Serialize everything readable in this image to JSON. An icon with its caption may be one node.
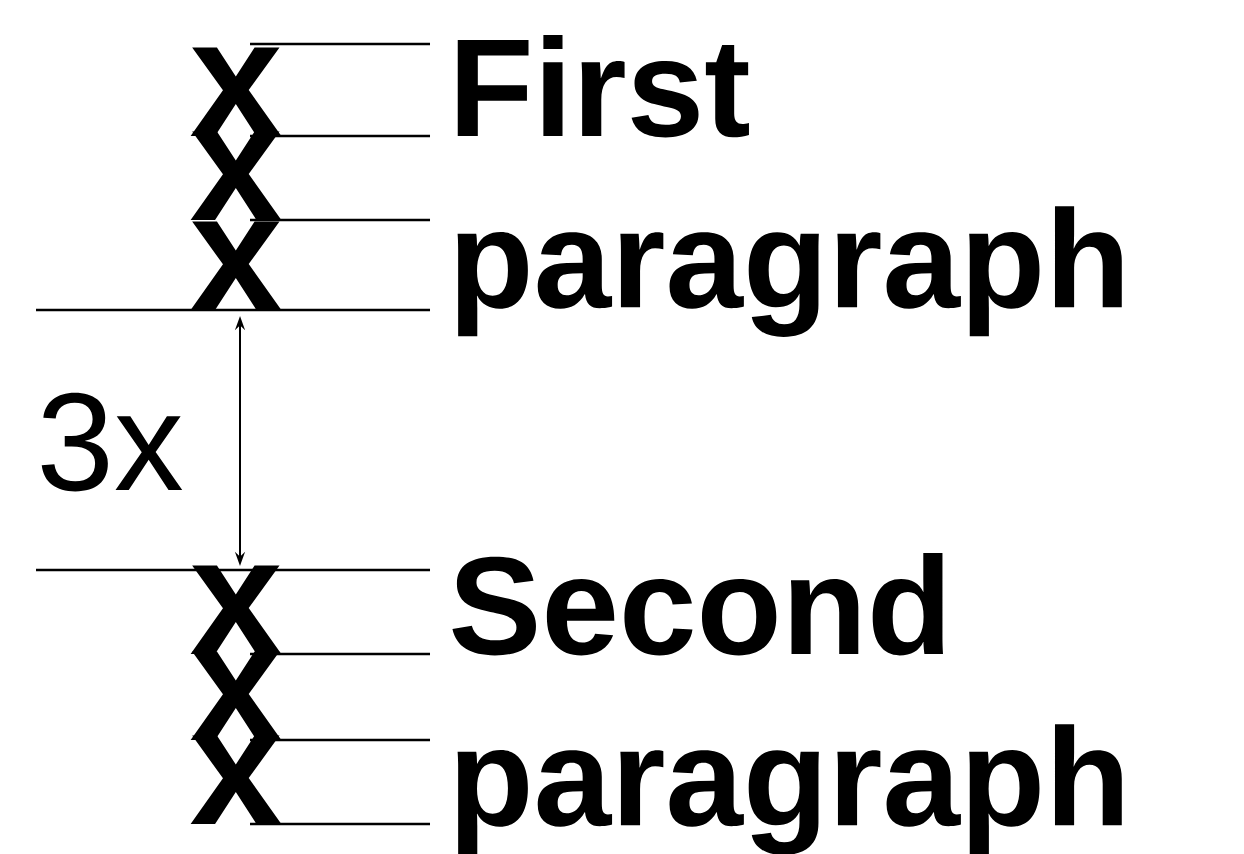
{
  "diagram": {
    "labels": [
      "x",
      "x",
      "x",
      "First paragraph",
      "3x",
      "x",
      "x",
      "x",
      "Second paragraph"
    ]
  }
}
